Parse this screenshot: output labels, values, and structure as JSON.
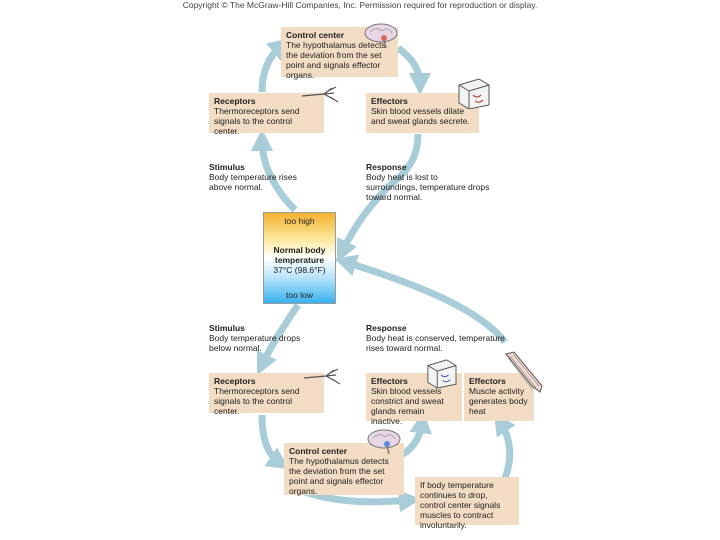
{
  "copyright": "Copyright © The McGraw-Hill Companies, Inc. Permission required for reproduction or display.",
  "top_loop": {
    "control_center": {
      "title": "Control center",
      "text": "The hypothalamus detects the deviation from the set point and signals effector organs."
    },
    "receptors": {
      "title": "Receptors",
      "text": "Thermoreceptors send signals to the control center."
    },
    "effectors": {
      "title": "Effectors",
      "text": "Skin blood vessels dilate and sweat glands secrete."
    },
    "stimulus": {
      "title": "Stimulus",
      "text": "Body temperature rises above normal."
    },
    "response": {
      "title": "Response",
      "text": "Body heat is lost to surroundings, temperature drops toward normal."
    }
  },
  "thermometer": {
    "too_high": "too high",
    "normal": "Normal body temperature",
    "value": "37°C (98.6°F)",
    "too_low": "too low"
  },
  "bottom_loop": {
    "stimulus": {
      "title": "Stimulus",
      "text": "Body temperature drops below normal."
    },
    "response": {
      "title": "Response",
      "text": "Body heat is conserved, temperature rises toward normal."
    },
    "receptors": {
      "title": "Receptors",
      "text": "Thermoreceptors send signals to the control center."
    },
    "effectors_skin": {
      "title": "Effectors",
      "text": "Skin blood vessels constrict and sweat glands remain inactive."
    },
    "effectors_muscle": {
      "title": "Effectors",
      "text": "Muscle activity generates body heat"
    },
    "control_center": {
      "title": "Control center",
      "text": "The hypothalamus detects the deviation from the set point and signals effector organs."
    },
    "shivering": {
      "text": "If body temperature continues to drop, control center signals muscles to contract involuntarily."
    }
  },
  "icons": [
    "brain-icon",
    "nerve-ending-icon",
    "skin-block-icon",
    "muscle-icon"
  ],
  "colors": {
    "box": "#f2dcc3",
    "arrow": "#a9cdd8",
    "too_high": "#f5b230",
    "too_low": "#38b2ee"
  }
}
